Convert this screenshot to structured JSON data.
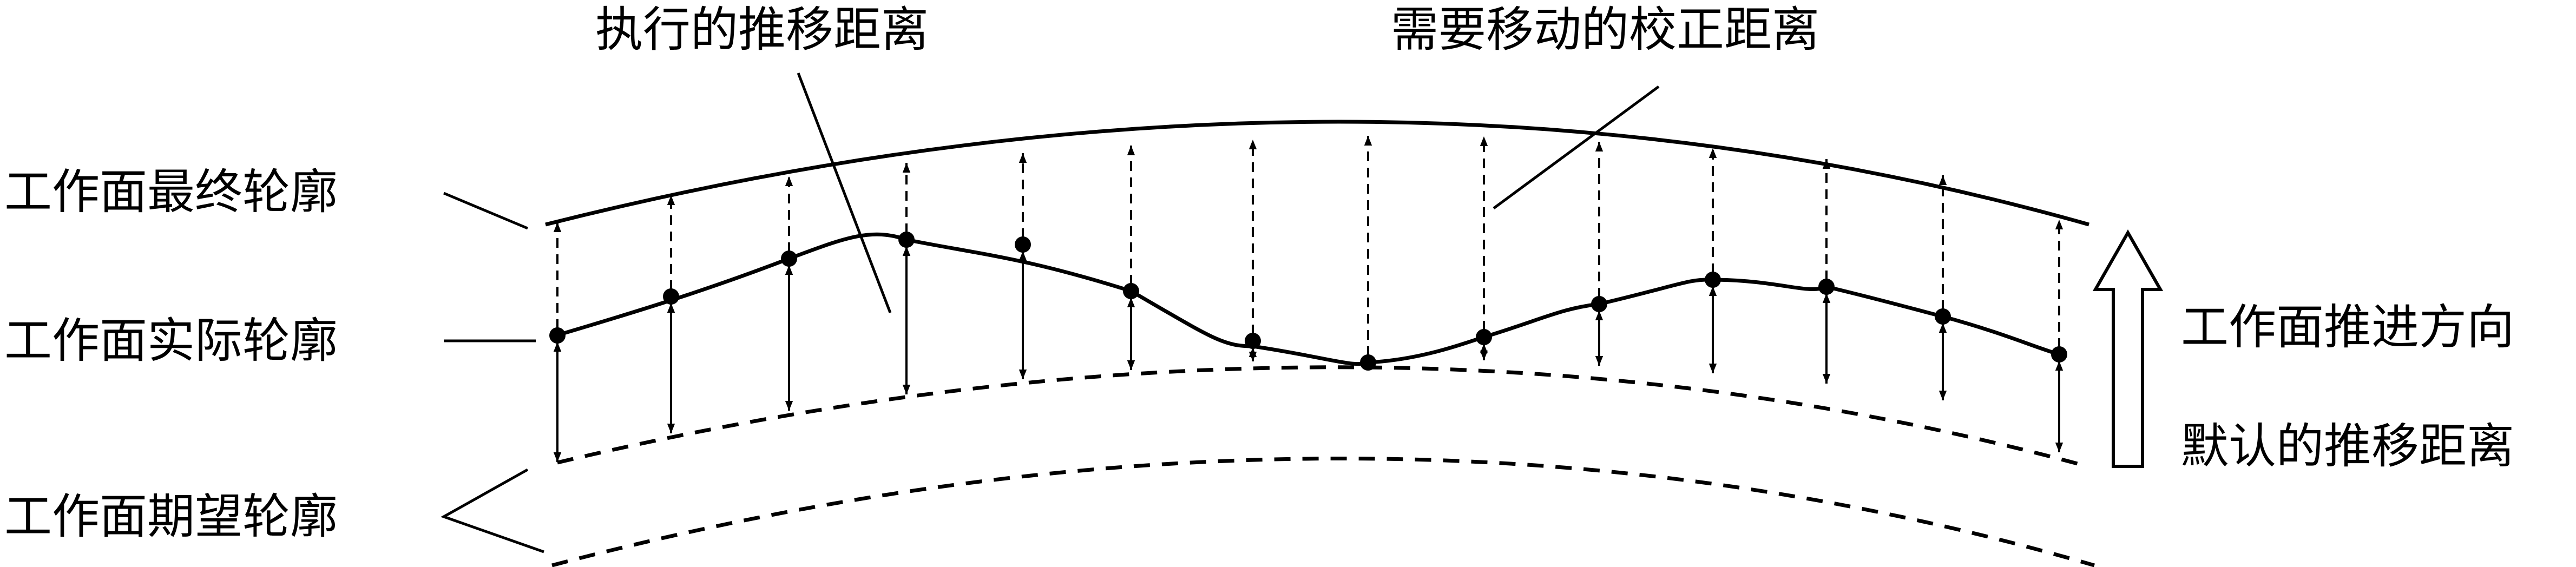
{
  "labels": {
    "executed_push": "执行的推移距离",
    "needed_correction": "需要移动的校正距离",
    "final_profile": "工作面最终轮廓",
    "actual_profile": "工作面实际轮廓",
    "expected_profile": "工作面期望轮廓",
    "advance_direction": "工作面推进方向",
    "default_push": "默认的推移距离"
  },
  "colors": {
    "ink": "#000000",
    "background": "#ffffff"
  }
}
